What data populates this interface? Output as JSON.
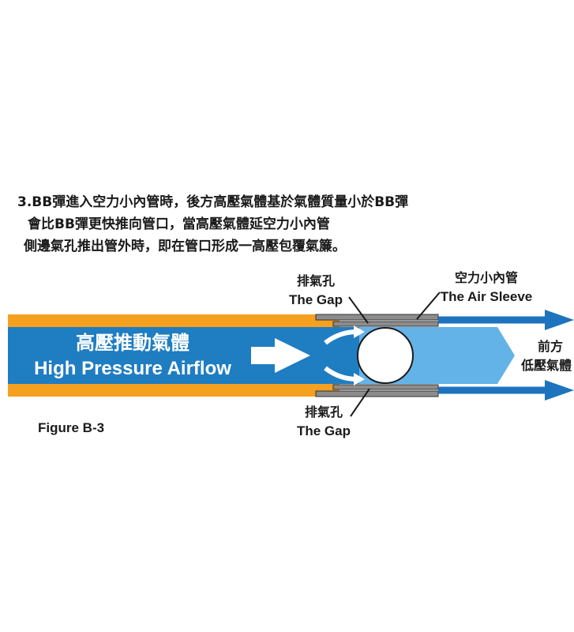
{
  "description": {
    "line1": "3.BB彈進入空力小內管時，後方高壓氣體基於氣體質量小於BB彈",
    "line2": "會比BB彈更快推向管口，當高壓氣體延空力小內管",
    "line3": "側邊氣孔推出管外時，即在管口形成一高壓包覆氣簾。"
  },
  "labels": {
    "airflow_zh": "高壓推動氣體",
    "airflow_en": "High Pressure Airflow",
    "gap_top_zh": "排氣孔",
    "gap_top_en": "The Gap",
    "gap_bottom_zh": "排氣孔",
    "gap_bottom_en": "The Gap",
    "sleeve_zh": "空力小內管",
    "sleeve_en": "The Air Sleeve",
    "front_zh_1": "前方",
    "front_zh_2": "低壓氣體",
    "figure": "Figure B-3"
  },
  "colors": {
    "barrel_orange": "#f5a01e",
    "airflow_blue": "#1f7dc2",
    "sleeve_blue_light": "#63b3e8",
    "arrow_blue": "#1e73be",
    "sleeve_gray": "#8c8c8c",
    "text_dark": "#1a1a1a"
  }
}
